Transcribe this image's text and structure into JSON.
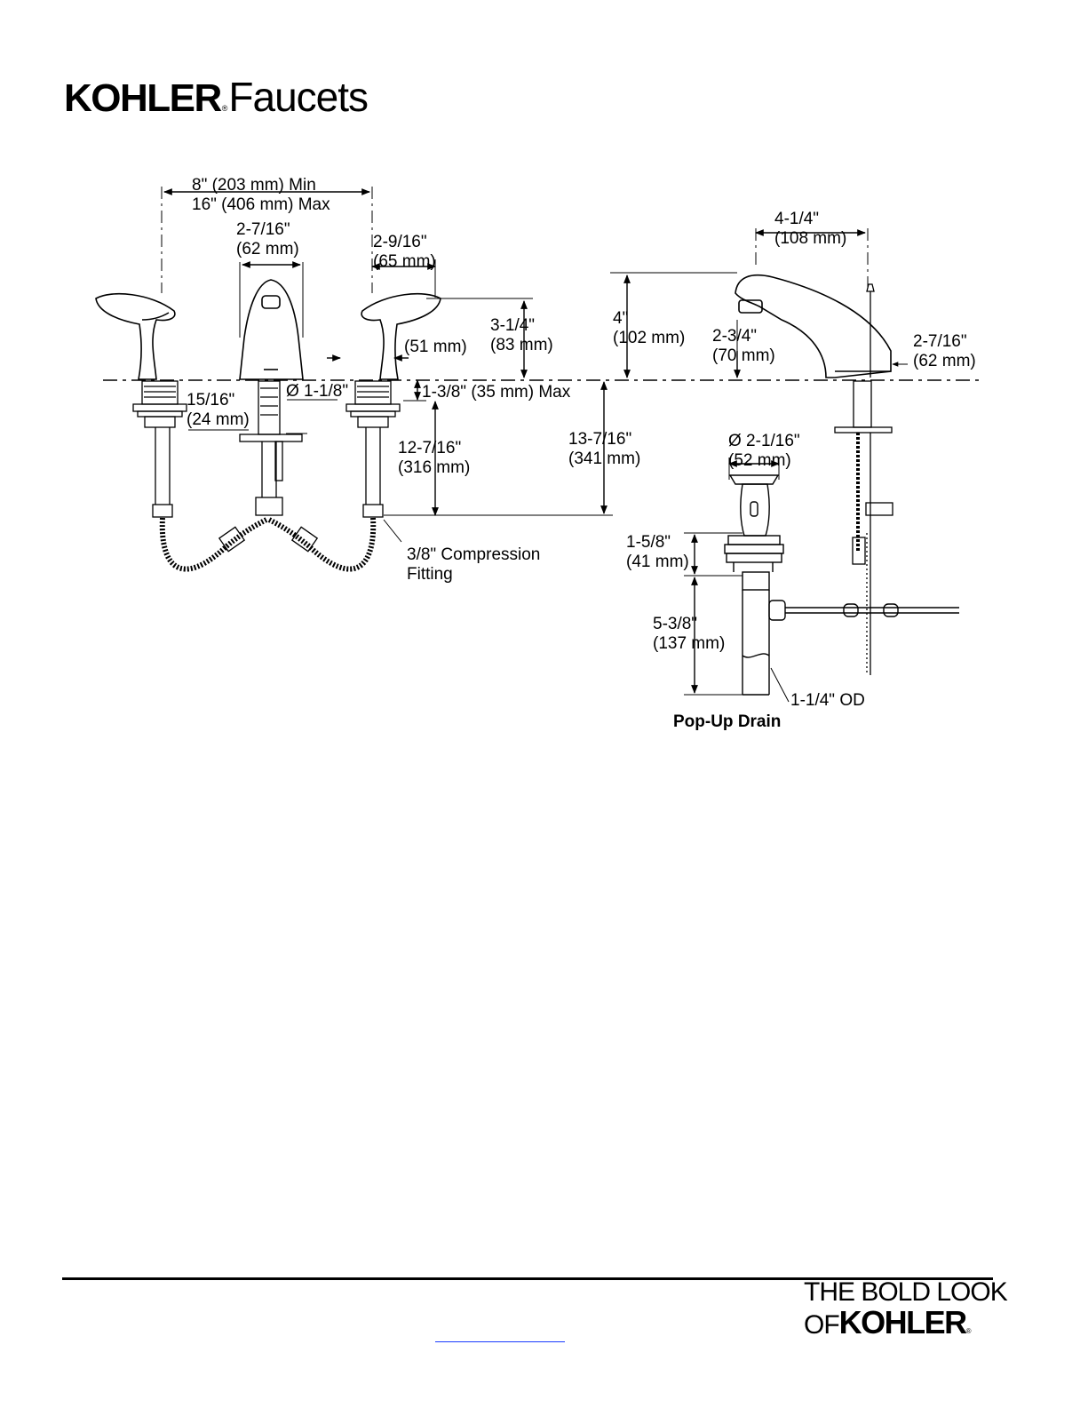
{
  "header": {
    "brand": "KOHLER",
    "registered_mark": "®",
    "product_line": "Faucets"
  },
  "drawing": {
    "front_view": {
      "spread": "8\" (203 mm) Min",
      "spread_max": "16\" (406 mm) Max",
      "spout_width_in": "2-7/16\"",
      "spout_width_mm": "(62 mm)",
      "handle_offset_in": "2-9/16\"",
      "handle_offset_mm": "(65 mm)",
      "handle_height_in": "3-1/4\"",
      "handle_height_mm": "(83 mm)",
      "handle_base": "(51 mm)",
      "hole_diameter": "Ø 1-1/8\"",
      "deck_thickness": "1-3/8\" (35 mm) Max",
      "shank_in": "15/16\"",
      "shank_mm": "(24 mm)",
      "supply_length_in": "12-7/16\"",
      "supply_length_mm": "(316 mm)",
      "overall_length_in": "13-7/16\"",
      "overall_length_mm": "(341 mm)",
      "fitting_line1": "3/8\" Compression",
      "fitting_line2": "Fitting"
    },
    "side_view": {
      "spout_reach_in": "4-1/4\"",
      "spout_reach_mm": "(108 mm)",
      "spout_height_in": "4\"",
      "spout_height_mm": "(102 mm)",
      "aerator_height_in": "2-3/4\"",
      "aerator_height_mm": "(70 mm)",
      "base_width_in": "2-7/16\"",
      "base_width_mm": "(62 mm)"
    },
    "drain": {
      "title": "Pop-Up Drain",
      "flange_diameter_in": "Ø 2-1/16\"",
      "flange_diameter_mm": "(52 mm)",
      "body_in": "1-5/8\"",
      "body_mm": "(41 mm)",
      "tail_in": "5-3/8\"",
      "tail_mm": "(137 mm)",
      "tailpiece_od": "1-1/4\" OD"
    }
  },
  "footer": {
    "tagline_top": "THE BOLD LOOK",
    "tagline_of": "OF",
    "tagline_brand": "KOHLER",
    "registered_mark": "®"
  }
}
